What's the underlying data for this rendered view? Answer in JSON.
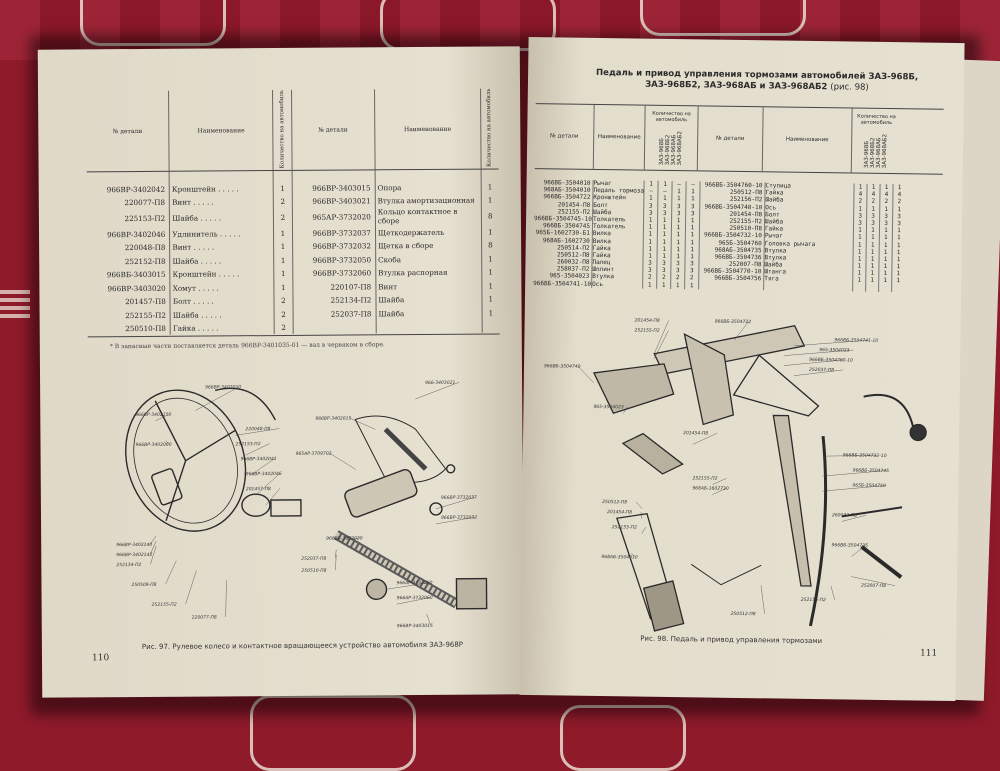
{
  "left_page": {
    "page_number": "110",
    "table": {
      "headers": {
        "part_no": "№ детали",
        "name": "Наименование",
        "qty": "Количество на автомобиль"
      },
      "rows_left": [
        {
          "no": "966ВР-3402042",
          "name": "Кронштейн",
          "qty": "1"
        },
        {
          "no": "220077-П8",
          "name": "Винт",
          "qty": "2"
        },
        {
          "no": "225153-П2",
          "name": "Шайба",
          "qty": "2"
        },
        {
          "no": "966ВР-3402046",
          "name": "Удлинитель",
          "qty": "1"
        },
        {
          "no": "220048-П8",
          "name": "Винт",
          "qty": "1"
        },
        {
          "no": "252152-П8",
          "name": "Шайба",
          "qty": "1"
        },
        {
          "no": "966ВБ-3403015",
          "name": "Кронштейн",
          "qty": "1"
        },
        {
          "no": "966ВР-3403020",
          "name": "Хомут",
          "qty": "1"
        },
        {
          "no": "201457-П8",
          "name": "Болт",
          "qty": "2"
        },
        {
          "no": "252155-П2",
          "name": "Шайба",
          "qty": "2"
        },
        {
          "no": "250510-П8",
          "name": "Гайка",
          "qty": "2"
        }
      ],
      "rows_right": [
        {
          "no": "966ВР-3403015",
          "name": "Опора",
          "qty": "1"
        },
        {
          "no": "966ВР-3403021",
          "name": "Втулка амортизационная",
          "qty": "1"
        },
        {
          "no": "965АР-3732020",
          "name": "Кольцо контактное в сборе",
          "qty": "8"
        },
        {
          "no": "966ВР-3732037",
          "name": "Щеткодержатель",
          "qty": "1"
        },
        {
          "no": "966ВР-3732032",
          "name": "Щетка в сборе",
          "qty": "8"
        },
        {
          "no": "966ВР-3732050",
          "name": "Скоба",
          "qty": "1"
        },
        {
          "no": "966ВР-3732060",
          "name": "Втулка распорная",
          "qty": "1"
        },
        {
          "no": "220107-П8",
          "name": "Винт",
          "qty": "1"
        },
        {
          "no": "252134-П2",
          "name": "Шайба",
          "qty": "1"
        },
        {
          "no": "252037-П8",
          "name": "Шайба",
          "qty": "1"
        }
      ]
    },
    "footnote": "* В запасные части поставляется деталь 966ВР-3401035-01 — вал в червяком в сборе.",
    "figure_caption": "Рис. 97. Рулевое колесо и контактное вращающееся устройство автомобиля ЗАЗ-968Р",
    "callouts": [
      "966ВР-3402010",
      "966ВР-3402150",
      "966ВР-3402060",
      "220048-П8",
      "252153-П2",
      "966ВР-3402041",
      "966ВР-3402046",
      "201457-П8",
      "966ВР-3402140",
      "966ВР-3402142",
      "252134-П2",
      "250509-П8",
      "252155-П2",
      "220077-П8",
      "965АР-3709702",
      "966ВР-3402015",
      "966ВБ-3402020",
      "252037-П8",
      "250510-П8",
      "966-3403021",
      "966ВР-3732037",
      "966ВР-3732032",
      "966АР-3732050",
      "966АР-3732060",
      "966ВР-3403015"
    ]
  },
  "right_page": {
    "page_number": "111",
    "title": "Педаль и привод управления тормозами автомобилей ЗАЗ-968Б, ЗАЗ-968Б2, ЗАЗ-968АБ и ЗАЗ-968АБ2",
    "title_ref": "(рис. 98)",
    "headers": {
      "part_no": "№ детали",
      "name": "Наименование",
      "qty": "Количество на автомобиль",
      "models": [
        "ЗАЗ-968Б",
        "ЗАЗ-968Б2",
        "ЗАЗ-968АБ",
        "ЗАЗ-968АБ2"
      ]
    },
    "rows_left": [
      {
        "no": "966ВБ-3504010",
        "name": "Рычаг",
        "q": [
          "1",
          "1",
          "—",
          "—"
        ]
      },
      {
        "no": "968АБ-3504010",
        "name": "Педаль тормоза",
        "q": [
          "—",
          "—",
          "1",
          "1"
        ]
      },
      {
        "no": "966ВБ-3504722",
        "name": "Кронштейн",
        "q": [
          "1",
          "1",
          "1",
          "1"
        ]
      },
      {
        "no": "201454-П8",
        "name": "Болт",
        "q": [
          "3",
          "3",
          "3",
          "3"
        ]
      },
      {
        "no": "252155-П2",
        "name": "Шайба",
        "q": [
          "3",
          "3",
          "3",
          "3"
        ]
      },
      {
        "no": "966ВБ-3504745-10",
        "name": "Толкатель",
        "q": [
          "1",
          "1",
          "1",
          "1"
        ]
      },
      {
        "no": "966ВБ-3504745",
        "name": "Толкатель",
        "q": [
          "1",
          "1",
          "1",
          "1"
        ]
      },
      {
        "no": "965Б-1602730-Б1",
        "name": "Вилка",
        "q": [
          "1",
          "1",
          "1",
          "1"
        ]
      },
      {
        "no": "968АБ-1602730",
        "name": "Вилка",
        "q": [
          "1",
          "1",
          "1",
          "1"
        ]
      },
      {
        "no": "250514-П2",
        "name": "Гайка",
        "q": [
          "1",
          "1",
          "1",
          "1"
        ]
      },
      {
        "no": "250512-П8",
        "name": "Гайка",
        "q": [
          "1",
          "1",
          "1",
          "1"
        ]
      },
      {
        "no": "260032-П8",
        "name": "Палец",
        "q": [
          "3",
          "3",
          "3",
          "3"
        ]
      },
      {
        "no": "258037-П2",
        "name": "Шплинт",
        "q": [
          "3",
          "3",
          "3",
          "3"
        ]
      },
      {
        "no": "965-3504023",
        "name": "Втулка",
        "q": [
          "2",
          "2",
          "2",
          "2"
        ]
      },
      {
        "no": "966ВБ-3504741-10",
        "name": "Ось",
        "q": [
          "1",
          "1",
          "1",
          "1"
        ]
      }
    ],
    "rows_right": [
      {
        "no": "966ВБ-3504760-10",
        "name": "Ступица",
        "q": [
          "1",
          "1",
          "1",
          "1"
        ]
      },
      {
        "no": "250512-П8",
        "name": "Гайка",
        "q": [
          "4",
          "4",
          "4",
          "4"
        ]
      },
      {
        "no": "252156-П2",
        "name": "Шайба",
        "q": [
          "2",
          "2",
          "2",
          "2"
        ]
      },
      {
        "no": "966ВБ-3504740-10",
        "name": "Ось",
        "q": [
          "1",
          "1",
          "1",
          "1"
        ]
      },
      {
        "no": "201454-П8",
        "name": "Болт",
        "q": [
          "3",
          "3",
          "3",
          "3"
        ]
      },
      {
        "no": "252155-П2",
        "name": "Шайба",
        "q": [
          "3",
          "3",
          "3",
          "3"
        ]
      },
      {
        "no": "250510-П8",
        "name": "Гайка",
        "q": [
          "1",
          "1",
          "1",
          "1"
        ]
      },
      {
        "no": "966ВБ-3504732-10",
        "name": "Рычаг",
        "q": [
          "1",
          "1",
          "1",
          "1"
        ]
      },
      {
        "no": "965Б-3504760",
        "name": "Головка рычага",
        "q": [
          "1",
          "1",
          "1",
          "1"
        ]
      },
      {
        "no": "968АБ-3504735",
        "name": "Втулка",
        "q": [
          "1",
          "1",
          "1",
          "1"
        ]
      },
      {
        "no": "966ВБ-3504736",
        "name": "Втулка",
        "q": [
          "1",
          "1",
          "1",
          "1"
        ]
      },
      {
        "no": "252007-П8",
        "name": "Шайба",
        "q": [
          "1",
          "1",
          "1",
          "1"
        ]
      },
      {
        "no": "966ВБ-3504770-10",
        "name": "Штанга",
        "q": [
          "1",
          "1",
          "1",
          "1"
        ]
      },
      {
        "no": "966ВБ-3504756",
        "name": "Тяга",
        "q": [
          "1",
          "1",
          "1",
          "1"
        ]
      }
    ],
    "figure_caption": "Рис. 98. Педаль и привод управления тормозами",
    "callouts": [
      "201454-П8",
      "252155-П2",
      "966ВБ-3504722",
      "966ВБ-3504741-10",
      "965-3504023",
      "966ВБ-3504760-10",
      "252037-П8",
      "966ВБ-3504740",
      "965-3504023",
      "966ВБ-3504745",
      "966ВБ-3504732-10",
      "965Б-3504750",
      "201454-П8",
      "252155-П2",
      "968АБ-1602730",
      "250512-П8",
      "201454-П8",
      "252155-П2",
      "260032-П8",
      "966ВБ-3504735",
      "252007-П8",
      "252155-П2",
      "250512-П8",
      "968АБ-3504010"
    ]
  }
}
